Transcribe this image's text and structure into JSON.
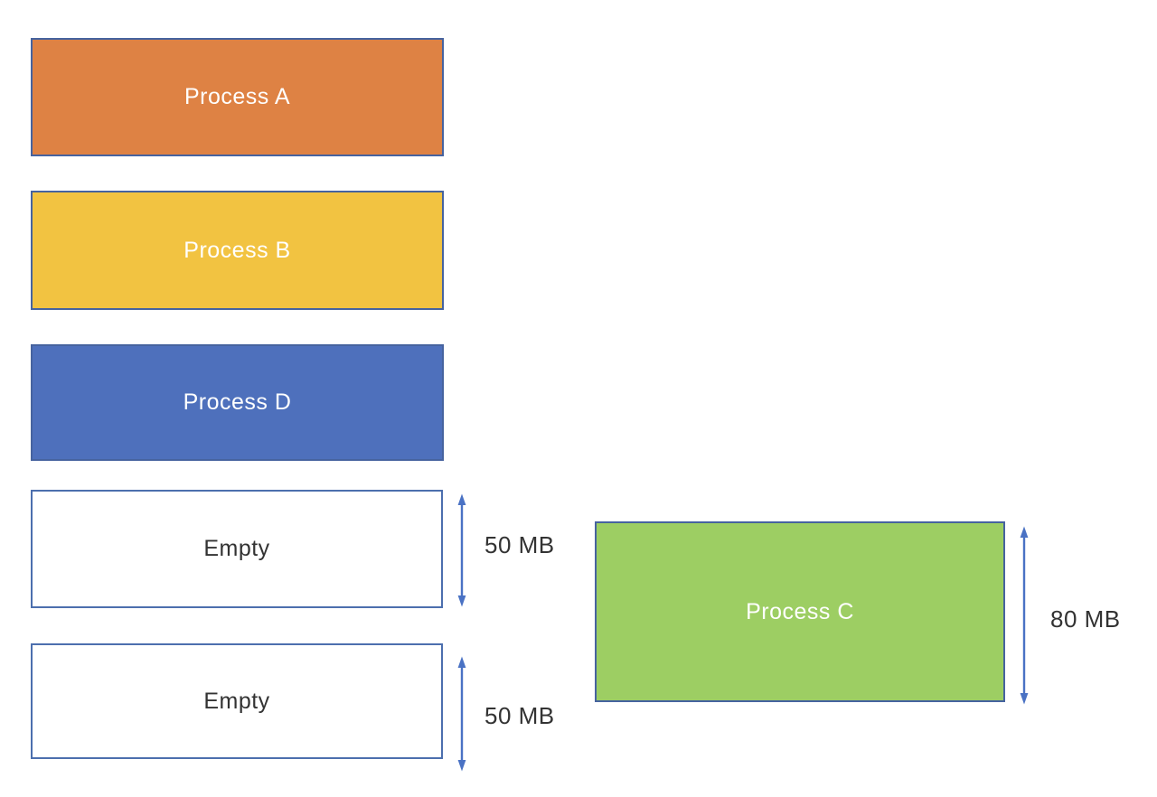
{
  "diagram": {
    "blocks": [
      {
        "label": "Process A",
        "fill": "#DE8244",
        "text_color": "#FFFFFF"
      },
      {
        "label": "Process B",
        "fill": "#F2C341",
        "text_color": "#FFFFFF"
      },
      {
        "label": "Process D",
        "fill": "#4E70BC",
        "text_color": "#FFFFFF"
      },
      {
        "label": "Empty",
        "fill": "#FFFFFF",
        "text_color": "#333333",
        "size_label": "50 MB"
      },
      {
        "label": "Empty",
        "fill": "#FFFFFF",
        "text_color": "#333333",
        "size_label": "50 MB"
      },
      {
        "label": "Process C",
        "fill": "#9DCE63",
        "text_color": "#FFFFFF",
        "size_label": "80 MB"
      }
    ],
    "colors": {
      "block_border": "#46639F",
      "empty_block_border": "#4C6FAE",
      "arrow": "#4A72C4",
      "size_label_text": "#333333"
    }
  }
}
